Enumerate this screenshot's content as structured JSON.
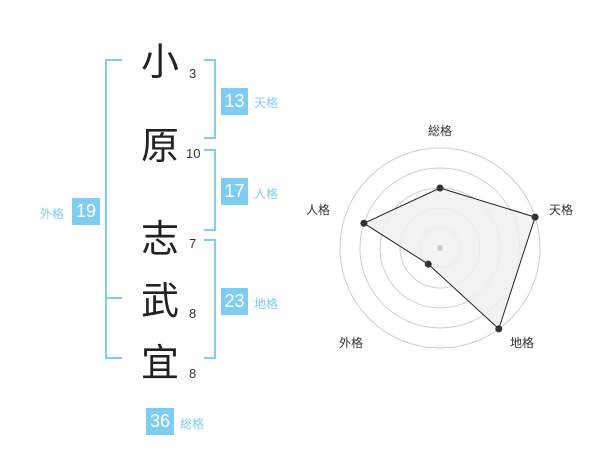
{
  "name": {
    "characters": [
      {
        "char": "小",
        "strokes": "3"
      },
      {
        "char": "原",
        "strokes": "10"
      },
      {
        "char": "志",
        "strokes": "7"
      },
      {
        "char": "武",
        "strokes": "8"
      },
      {
        "char": "宜",
        "strokes": "8"
      }
    ]
  },
  "kaku": {
    "tenkaku": {
      "value": "13",
      "label": "天格"
    },
    "jinkaku": {
      "value": "17",
      "label": "人格"
    },
    "chikaku": {
      "value": "23",
      "label": "地格"
    },
    "gaikaku": {
      "value": "19",
      "label": "外格"
    },
    "soukaku": {
      "value": "36",
      "label": "総格"
    }
  },
  "colors": {
    "accent": "#7fcdf3",
    "text": "#222222",
    "radar_fill": "#f0f0f0"
  },
  "chart_data": {
    "type": "radar",
    "axes": [
      "総格",
      "天格",
      "地格",
      "外格",
      "人格"
    ],
    "scale_max": 5,
    "values": [
      3,
      5,
      5,
      1,
      4
    ],
    "grid": true
  }
}
